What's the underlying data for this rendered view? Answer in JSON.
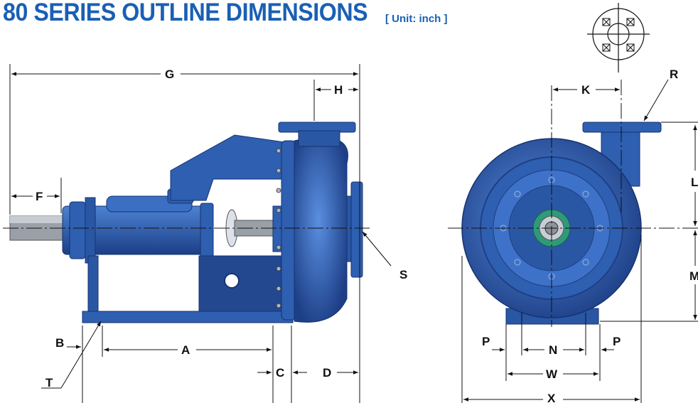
{
  "header": {
    "title": "80 SERIES OUTLINE DIMENSIONS",
    "unit": "[ Unit: inch ]"
  },
  "colors": {
    "title": "#1a5fb4",
    "pump_body": "#2e5fb0",
    "pump_dark": "#1d3f86",
    "pump_light": "#4c82d2"
  },
  "side_view": {
    "labels": {
      "G": "G",
      "H": "H",
      "F": "F",
      "S": "S",
      "B": "B",
      "A": "A",
      "C": "C",
      "D": "D",
      "T": "T"
    }
  },
  "front_view": {
    "labels": {
      "K": "K",
      "R": "R",
      "L": "L",
      "M": "M",
      "P_left": "P",
      "N": "N",
      "P_right": "P",
      "W": "W",
      "X": "X"
    }
  }
}
